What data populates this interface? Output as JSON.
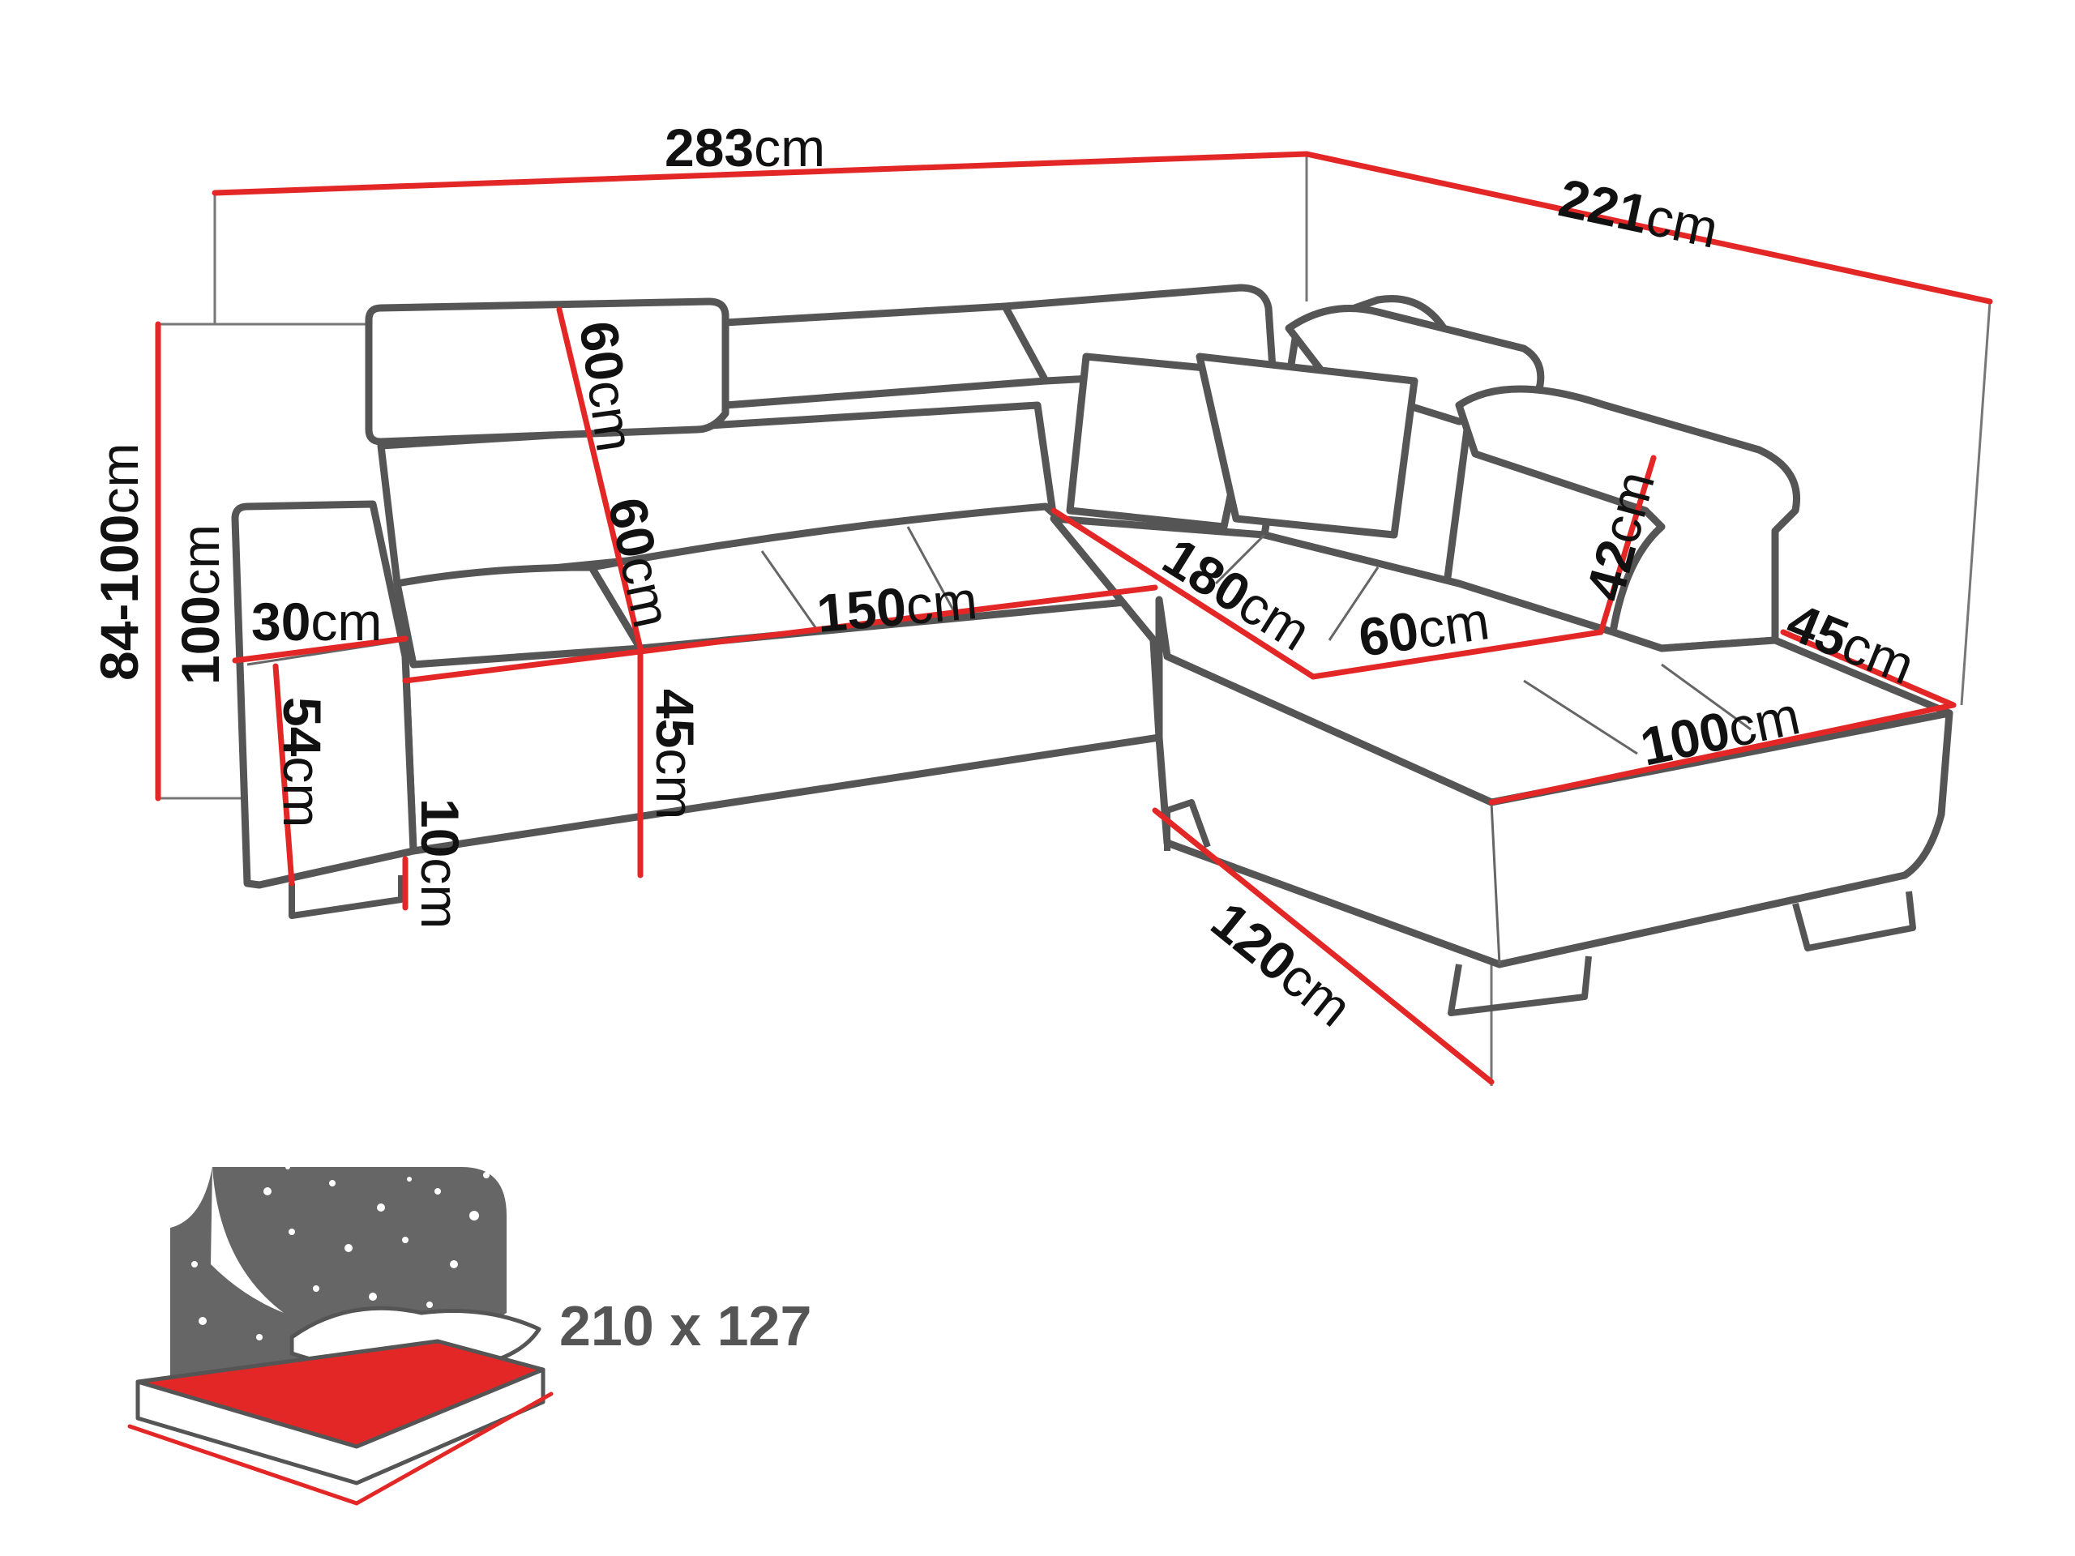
{
  "colors": {
    "measure_line": "#e32726",
    "outline": "#555555",
    "bed_mattress": "#e32726",
    "night_panel": "#666666"
  },
  "dimensions": {
    "total_width": {
      "value": "283",
      "unit": "cm"
    },
    "total_depth": {
      "value": "221",
      "unit": "cm"
    },
    "height_range": {
      "value": "84-100",
      "unit": "cm"
    },
    "height_max": {
      "value": "100",
      "unit": "cm"
    },
    "armrest_width": {
      "value": "30",
      "unit": "cm"
    },
    "armrest_height": {
      "value": "54",
      "unit": "cm"
    },
    "leg_height": {
      "value": "10",
      "unit": "cm"
    },
    "headrest_height": {
      "value": "60",
      "unit": "cm"
    },
    "backrest_depth": {
      "value": "60",
      "unit": "cm"
    },
    "seat_height": {
      "value": "45",
      "unit": "cm"
    },
    "seat_width": {
      "value": "150",
      "unit": "cm"
    },
    "corner_length": {
      "value": "180",
      "unit": "cm"
    },
    "chaise_back_depth": {
      "value": "60",
      "unit": "cm"
    },
    "chaise_headrest": {
      "value": "42",
      "unit": "cm"
    },
    "chaise_armrest": {
      "value": "45",
      "unit": "cm"
    },
    "chaise_width": {
      "value": "100",
      "unit": "cm"
    },
    "chaise_length": {
      "value": "120",
      "unit": "cm"
    }
  },
  "bed": {
    "size_label": "210 x 127",
    "icon": "sleeping-function-icon"
  }
}
